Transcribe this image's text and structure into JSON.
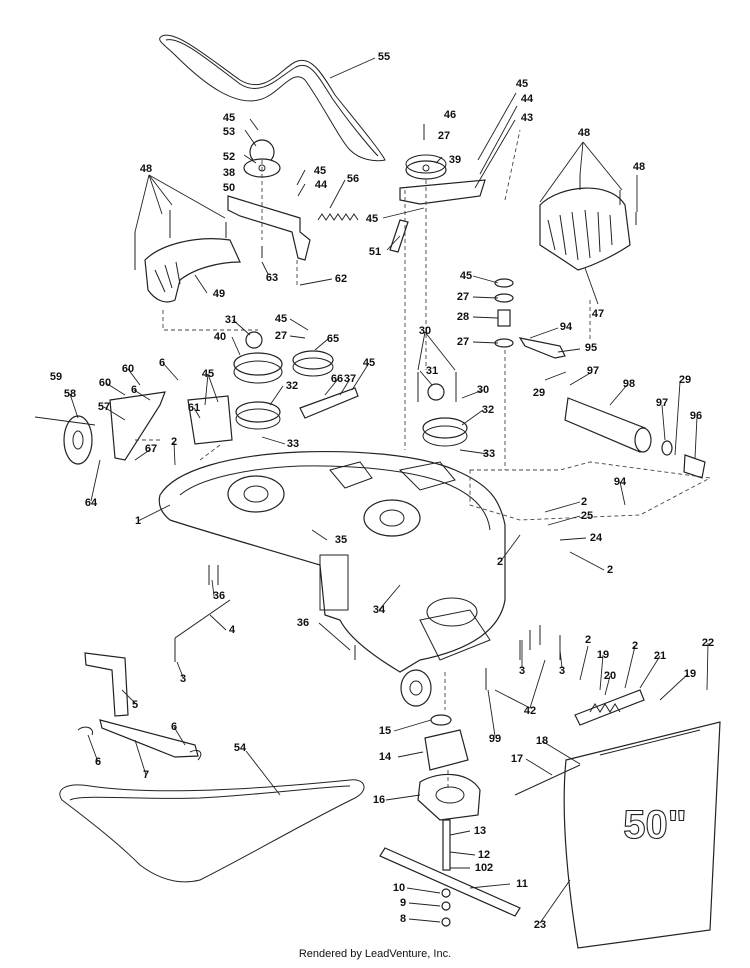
{
  "footer": "Rendered by LeadVenture, Inc.",
  "deck_cover_badge": "50\"",
  "callouts": [
    {
      "id": "c55",
      "text": "55"
    },
    {
      "id": "c45a",
      "text": "45"
    },
    {
      "id": "c53",
      "text": "53"
    },
    {
      "id": "c52",
      "text": "52"
    },
    {
      "id": "c38",
      "text": "38"
    },
    {
      "id": "c50",
      "text": "50"
    },
    {
      "id": "c45b",
      "text": "45"
    },
    {
      "id": "c44a",
      "text": "44"
    },
    {
      "id": "c56",
      "text": "56"
    },
    {
      "id": "c45c",
      "text": "45"
    },
    {
      "id": "c51",
      "text": "51"
    },
    {
      "id": "c63",
      "text": "63"
    },
    {
      "id": "c62",
      "text": "62"
    },
    {
      "id": "c48a",
      "text": "48"
    },
    {
      "id": "c49",
      "text": "49"
    },
    {
      "id": "c46",
      "text": "46"
    },
    {
      "id": "c27a",
      "text": "27"
    },
    {
      "id": "c39",
      "text": "39"
    },
    {
      "id": "c45d",
      "text": "45"
    },
    {
      "id": "c44b",
      "text": "44"
    },
    {
      "id": "c43",
      "text": "43"
    },
    {
      "id": "c48b",
      "text": "48"
    },
    {
      "id": "c48c",
      "text": "48"
    },
    {
      "id": "c47",
      "text": "47"
    },
    {
      "id": "c45e",
      "text": "45"
    },
    {
      "id": "c27b",
      "text": "27"
    },
    {
      "id": "c28",
      "text": "28"
    },
    {
      "id": "c27c",
      "text": "27"
    },
    {
      "id": "c94a",
      "text": "94"
    },
    {
      "id": "c95",
      "text": "95"
    },
    {
      "id": "c29a",
      "text": "29"
    },
    {
      "id": "c97a",
      "text": "97"
    },
    {
      "id": "c98",
      "text": "98"
    },
    {
      "id": "c29b",
      "text": "29"
    },
    {
      "id": "c97b",
      "text": "97"
    },
    {
      "id": "c96",
      "text": "96"
    },
    {
      "id": "c31a",
      "text": "31"
    },
    {
      "id": "c45f",
      "text": "45"
    },
    {
      "id": "c27d",
      "text": "27"
    },
    {
      "id": "c65",
      "text": "65"
    },
    {
      "id": "c40",
      "text": "40"
    },
    {
      "id": "c32a",
      "text": "32"
    },
    {
      "id": "c66",
      "text": "66"
    },
    {
      "id": "c45g",
      "text": "45"
    },
    {
      "id": "c37",
      "text": "37"
    },
    {
      "id": "c33a",
      "text": "33"
    },
    {
      "id": "c30a",
      "text": "30"
    },
    {
      "id": "c31b",
      "text": "31"
    },
    {
      "id": "c30b",
      "text": "30"
    },
    {
      "id": "c32b",
      "text": "32"
    },
    {
      "id": "c33b",
      "text": "33"
    },
    {
      "id": "c6a",
      "text": "6"
    },
    {
      "id": "c60a",
      "text": "60"
    },
    {
      "id": "c60b",
      "text": "60"
    },
    {
      "id": "c6b",
      "text": "6"
    },
    {
      "id": "c45h",
      "text": "45"
    },
    {
      "id": "c59",
      "text": "59"
    },
    {
      "id": "c58",
      "text": "58"
    },
    {
      "id": "c57",
      "text": "57"
    },
    {
      "id": "c61",
      "text": "61"
    },
    {
      "id": "c2a",
      "text": "2"
    },
    {
      "id": "c67",
      "text": "67"
    },
    {
      "id": "c64",
      "text": "64"
    },
    {
      "id": "c1",
      "text": "1"
    },
    {
      "id": "c35",
      "text": "35"
    },
    {
      "id": "c94b",
      "text": "94"
    },
    {
      "id": "c2b",
      "text": "2"
    },
    {
      "id": "c25",
      "text": "25"
    },
    {
      "id": "c24",
      "text": "24"
    },
    {
      "id": "c2c",
      "text": "2"
    },
    {
      "id": "c2d",
      "text": "2"
    },
    {
      "id": "c36a",
      "text": "36"
    },
    {
      "id": "c34",
      "text": "34"
    },
    {
      "id": "c4",
      "text": "4"
    },
    {
      "id": "c36b",
      "text": "36"
    },
    {
      "id": "c3a",
      "text": "3"
    },
    {
      "id": "c2e",
      "text": "2"
    },
    {
      "id": "c19a",
      "text": "19"
    },
    {
      "id": "c2f",
      "text": "2"
    },
    {
      "id": "c21",
      "text": "21"
    },
    {
      "id": "c22",
      "text": "22"
    },
    {
      "id": "c3b",
      "text": "3"
    },
    {
      "id": "c3c",
      "text": "3"
    },
    {
      "id": "c20",
      "text": "20"
    },
    {
      "id": "c19b",
      "text": "19"
    },
    {
      "id": "c42",
      "text": "42"
    },
    {
      "id": "c99",
      "text": "99"
    },
    {
      "id": "c5",
      "text": "5"
    },
    {
      "id": "c6c",
      "text": "6"
    },
    {
      "id": "c6d",
      "text": "6"
    },
    {
      "id": "c7",
      "text": "7"
    },
    {
      "id": "c54",
      "text": "54"
    },
    {
      "id": "c15",
      "text": "15"
    },
    {
      "id": "c14",
      "text": "14"
    },
    {
      "id": "c18",
      "text": "18"
    },
    {
      "id": "c17",
      "text": "17"
    },
    {
      "id": "c16",
      "text": "16"
    },
    {
      "id": "c13",
      "text": "13"
    },
    {
      "id": "c12",
      "text": "12"
    },
    {
      "id": "c102",
      "text": "102"
    },
    {
      "id": "c11",
      "text": "11"
    },
    {
      "id": "c10",
      "text": "10"
    },
    {
      "id": "c9",
      "text": "9"
    },
    {
      "id": "c8",
      "text": "8"
    },
    {
      "id": "c23",
      "text": "23"
    }
  ]
}
